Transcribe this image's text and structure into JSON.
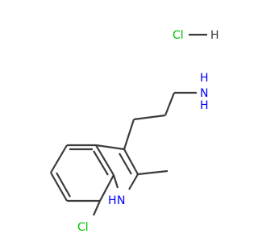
{
  "structure": {
    "salt": {
      "chlorine": "Cl",
      "hydrogen": "H"
    },
    "amine": {
      "nitrogen": "N",
      "h1": "H",
      "h2": "H"
    },
    "ring_nh": {
      "hydrogen": "H",
      "nitrogen": "N"
    },
    "substituent": {
      "chlorine": "Cl"
    }
  },
  "colors": {
    "bond": "#3b3b3b",
    "nitrogen": "#0000ff",
    "chlorine": "#00c000"
  }
}
